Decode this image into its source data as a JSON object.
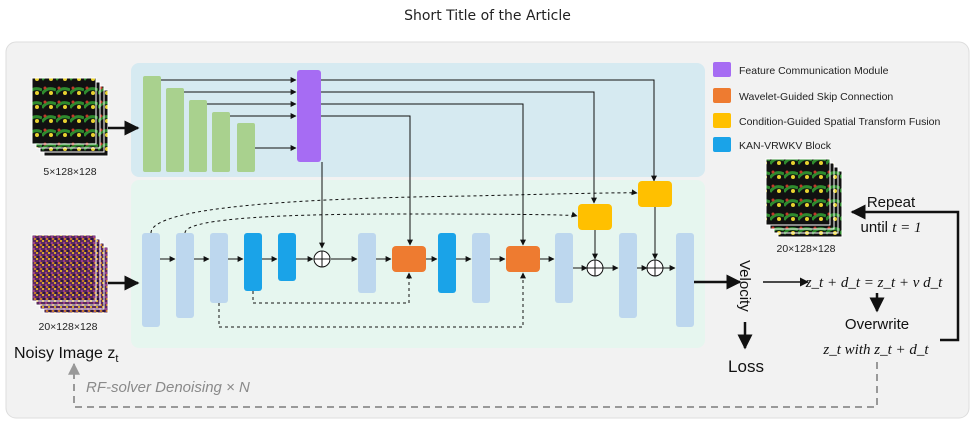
{
  "header": {
    "title": "Short Title of the Article"
  },
  "legend": [
    {
      "label": "Feature Communication Module",
      "color": "#a66cf3"
    },
    {
      "label": "Wavelet-Guided Skip Connection",
      "color": "#ee7b30"
    },
    {
      "label": "Condition-Guided Spatial Transform Fusion",
      "color": "#ffc000"
    },
    {
      "label": "KAN-VRWKV Block",
      "color": "#1aa3e8"
    }
  ],
  "colors": {
    "encoder_panel": "#d6eaf1",
    "unet_panel": "#e6f6ef",
    "encoder_block": "#a9d18e",
    "unet_block": "#bdd7ee",
    "outer_frame": "#f2f2f2"
  },
  "inputs": {
    "condition_dims": "5×128×128",
    "noisy_dims": "20×128×128",
    "noisy_label": "Noisy Image z",
    "noisy_sub": "t"
  },
  "output": {
    "dims": "20×128×128",
    "repeat_label": "Repeat",
    "until_label": "until",
    "until_expr": "t = 1"
  },
  "flow": {
    "velocity": "Velocity",
    "loss": "Loss",
    "update_eq": "z_t + d_t = z_t + v d_t",
    "overwrite": "Overwrite",
    "overwrite_expr": "z_t with z_t + d_t",
    "denoise_label": "RF-solver Denoising × N"
  }
}
